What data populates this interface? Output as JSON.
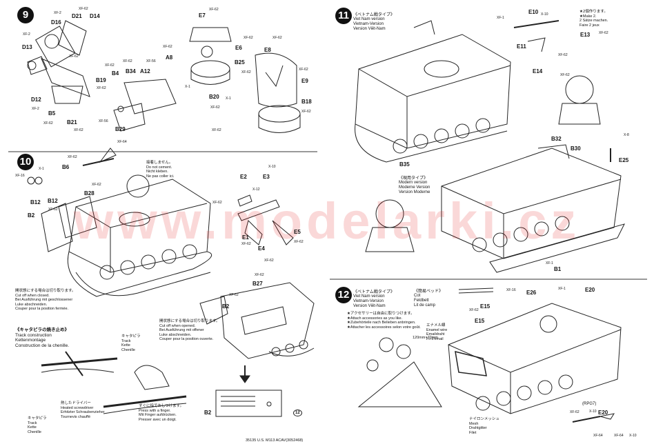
{
  "watermark": "www.modelarki.cz",
  "footer": "35135 U.S. M113 ACAV(3052468)",
  "steps": {
    "s9": {
      "number": "9",
      "labels": {
        "D16": "D16",
        "D21": "D21",
        "D14": "D14",
        "D13": "D13",
        "B19": "B19",
        "B4": "B4",
        "B34": "B34",
        "A12": "A12",
        "D12": "D12",
        "B5": "B5",
        "B21": "B21",
        "B29": "B29",
        "E7": "E7",
        "A8": "A8",
        "E6": "E6",
        "E8": "E8",
        "B25": "B25",
        "E9": "E9",
        "B20": "B20",
        "B18": "B18"
      },
      "xf": {
        "a": "XF-2",
        "b": "XF-62",
        "c": "XF-2",
        "d": "XF-62",
        "e": "XF-62",
        "f": "XF-62",
        "g": "XF-56",
        "h": "XF-62",
        "i": "XF-2",
        "j": "XF-62",
        "k": "XF-62",
        "l": "XF-56",
        "m": "XF-64",
        "n": "XF-62",
        "o": "XF-62",
        "p": "XF-62",
        "q": "X-1",
        "r": "XF-62",
        "s": "XF-62",
        "t": "XF-62",
        "u": "XF-62",
        "v": "X-1",
        "w": "XF-62",
        "x": "XF-62"
      }
    },
    "s10": {
      "number": "10",
      "labels": {
        "B6": "B6",
        "B12a": "B12",
        "B12b": "B12",
        "B28": "B28",
        "B2a": "B2",
        "E2": "E2",
        "E3": "E3",
        "E1": "E1",
        "E4": "E4",
        "E5": "E5",
        "B27": "B27",
        "B2b": "B2",
        "B2c": "B2"
      },
      "xf": {
        "a": "XF-62",
        "b": "XF-16",
        "c": "X-1",
        "d": "XF-62",
        "e": "XF-62",
        "f": "X-10",
        "g": "X-12",
        "h": "XF-62",
        "i": "XF-62",
        "j": "XF-62",
        "k": "XF-62",
        "l": "XF-62",
        "m": "XF-62"
      },
      "note_nocement": [
        "接着しません。",
        "Do not cement.",
        "Nicht kleben.",
        "Ne pas coller ici."
      ],
      "note_closed": [
        "開状態にする場合は切り取ります。",
        "Cut off when closed.",
        "Bei Ausführung mit geschlossener",
        "Luke abschneiden.",
        "Couper pour la position fermée."
      ],
      "note_opened": [
        "開状態にする場合は切り取ります。",
        "Cut off when opened.",
        "Bei Ausführung mit offener",
        "Luke abschneiden.",
        "Couper pour la position ouverte."
      ],
      "track_title": [
        "《キャタピラの焼き止め》",
        "Track construction",
        "Kettenmontage",
        "Construction de la chenille."
      ],
      "track_label": [
        "キャタピラ",
        "Track",
        "Kette",
        "Chenille"
      ],
      "track_label2": [
        "キャタピラ",
        "Track",
        "Kette",
        "Chenille"
      ],
      "screwdriver": [
        "熱したドライバー",
        "Heated screwdriver",
        "Erhitzter Schraubenzieher",
        "Tournevis chauffé"
      ],
      "finger": [
        "すぐに指でおしつけます。",
        "Press with a finger.",
        "Mit Finger aufdrücken.",
        "Presser avec un doigt."
      ],
      "callout": "12"
    },
    "s11": {
      "number": "11",
      "title": [
        "《ベトナム戦タイプ》",
        "Viet Nam version",
        "Vietnam-Version",
        "Version Viêt-Nam"
      ],
      "modern": [
        "《現用タイプ》",
        "Modern version",
        "Moderne Version",
        "Version Moderne"
      ],
      "make2": [
        "★2個作ります。",
        "★Make 2.",
        "2 Sätze machen.",
        "Faire 2 jeux"
      ],
      "labels": {
        "E10": "E10",
        "E11": "E11",
        "E13": "E13",
        "E14": "E14",
        "B32": "B32",
        "B30": "B30",
        "E25": "E25",
        "B35": "B35",
        "B1": "B1"
      },
      "xf": {
        "a": "XF-1",
        "b": "X-10",
        "c": "XF-62",
        "d": "XF-62",
        "e": "XF-62",
        "f": "X-8",
        "g": "XF-1"
      }
    },
    "s12": {
      "number": "12",
      "title": [
        "《ベトナム戦タイプ》",
        "Viet Nam version",
        "Vietnam-Version",
        "Version Viêt-Nam"
      ],
      "accessories": [
        "★アクセサリーは自由に取りつけます。",
        "★Attach accessories as you like.",
        "★Zubehörteile nach Belieben anbringen.",
        "★Attacher les accessoires selon votre goût."
      ],
      "cot": [
        "《簡易ベッド》",
        "Cot",
        "Feldbett",
        "Lit de camp"
      ],
      "enamel": [
        "エナメル線",
        "Enamel wire",
        "Emaildraht",
        "Fil d'émail"
      ],
      "mesh": [
        "ナイロンメッシュ",
        "Mesh",
        "Drahtgitter",
        "Filet"
      ],
      "dims": "120mm×70mm",
      "rpg": "(RPG7)",
      "labels": {
        "E15a": "E15",
        "E15b": "E15",
        "E26": "E26",
        "E20a": "E20",
        "E20b": "E20"
      },
      "xf": {
        "a": "XF-16",
        "b": "XF-62",
        "c": "XF-1",
        "d": "XF-62",
        "e": "X-10",
        "f": "XF-64",
        "g": "X-10",
        "h": "XF-64"
      }
    }
  }
}
